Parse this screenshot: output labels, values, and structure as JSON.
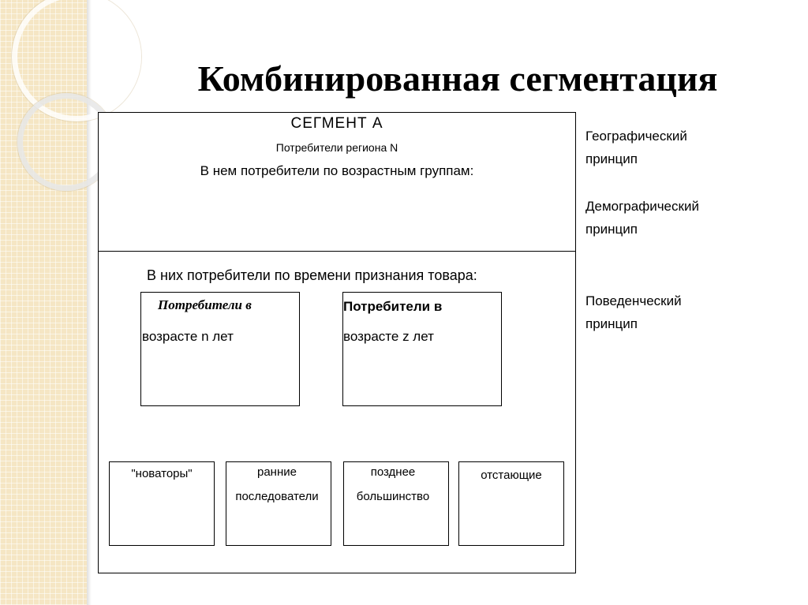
{
  "slide": {
    "title": "Комбинированная сегментация"
  },
  "diagram": {
    "segment": {
      "heading": "СЕГМЕНТ  А",
      "region_line": "Потребители региона N",
      "age_groups_line": "В нем потребители по возрастным группам:"
    },
    "time_line": "В них потребители по времени признания товара:",
    "age_boxes": [
      {
        "title": "Потребители в",
        "subtitle": "возрасте n лет"
      },
      {
        "title": "Потребители в",
        "subtitle": "возрасте z лет"
      }
    ],
    "adopter_boxes": [
      {
        "line1": "\"новаторы\"",
        "line2": ""
      },
      {
        "line1": "ранние",
        "line2": "последователи"
      },
      {
        "line1": "позднее",
        "line2": "большинство"
      },
      {
        "line1": "отстающие",
        "line2": ""
      }
    ],
    "principles": [
      {
        "line1": "Географический",
        "line2": "принцип"
      },
      {
        "line1": "Демографический",
        "line2": "принцип"
      },
      {
        "line1": "Поведенческий",
        "line2": "принцип"
      }
    ]
  }
}
